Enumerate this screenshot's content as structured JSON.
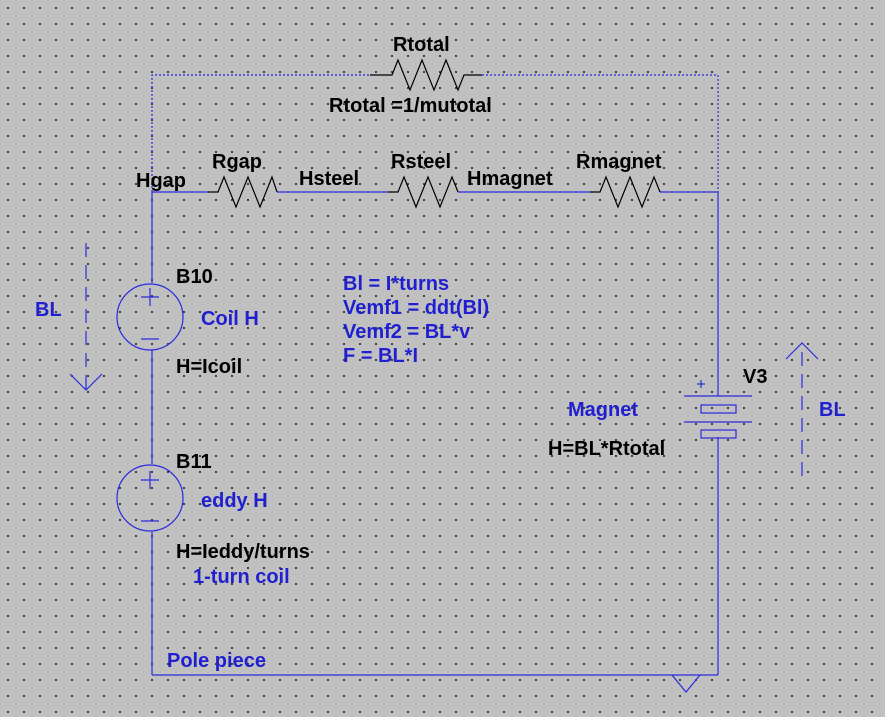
{
  "components": {
    "rtotal": {
      "name": "Rtotal",
      "value": "Rtotal =1/mutotal"
    },
    "rgap": {
      "name": "Rgap"
    },
    "rsteel": {
      "name": "Rsteel"
    },
    "rmagnet": {
      "name": "Rmagnet"
    },
    "b10": {
      "name": "B10",
      "label": "Coil H",
      "value": "H=Icoil"
    },
    "b11": {
      "name": "B11",
      "label": "eddy H",
      "value": "H=Ieddy/turns",
      "note": "1-turn coil"
    },
    "v3": {
      "name": "V3",
      "label": "Magnet",
      "value": "H=BL*Rtotal"
    }
  },
  "nets": {
    "hgap": "Hgap",
    "hsteel": "Hsteel",
    "hmagnet": "Hmagnet",
    "pole_piece": "Pole piece"
  },
  "arrows": {
    "left": "BL",
    "right": "BL"
  },
  "equations": [
    "Bl = I*turns",
    "Vemf1 = ddt(Bl)",
    "Vemf2 = BL*v",
    "F = BL*I"
  ],
  "colors": {
    "background": "#c0c0c0",
    "wire": "#2a2ae0",
    "component": "#000000",
    "annotation": "#2020d0"
  }
}
